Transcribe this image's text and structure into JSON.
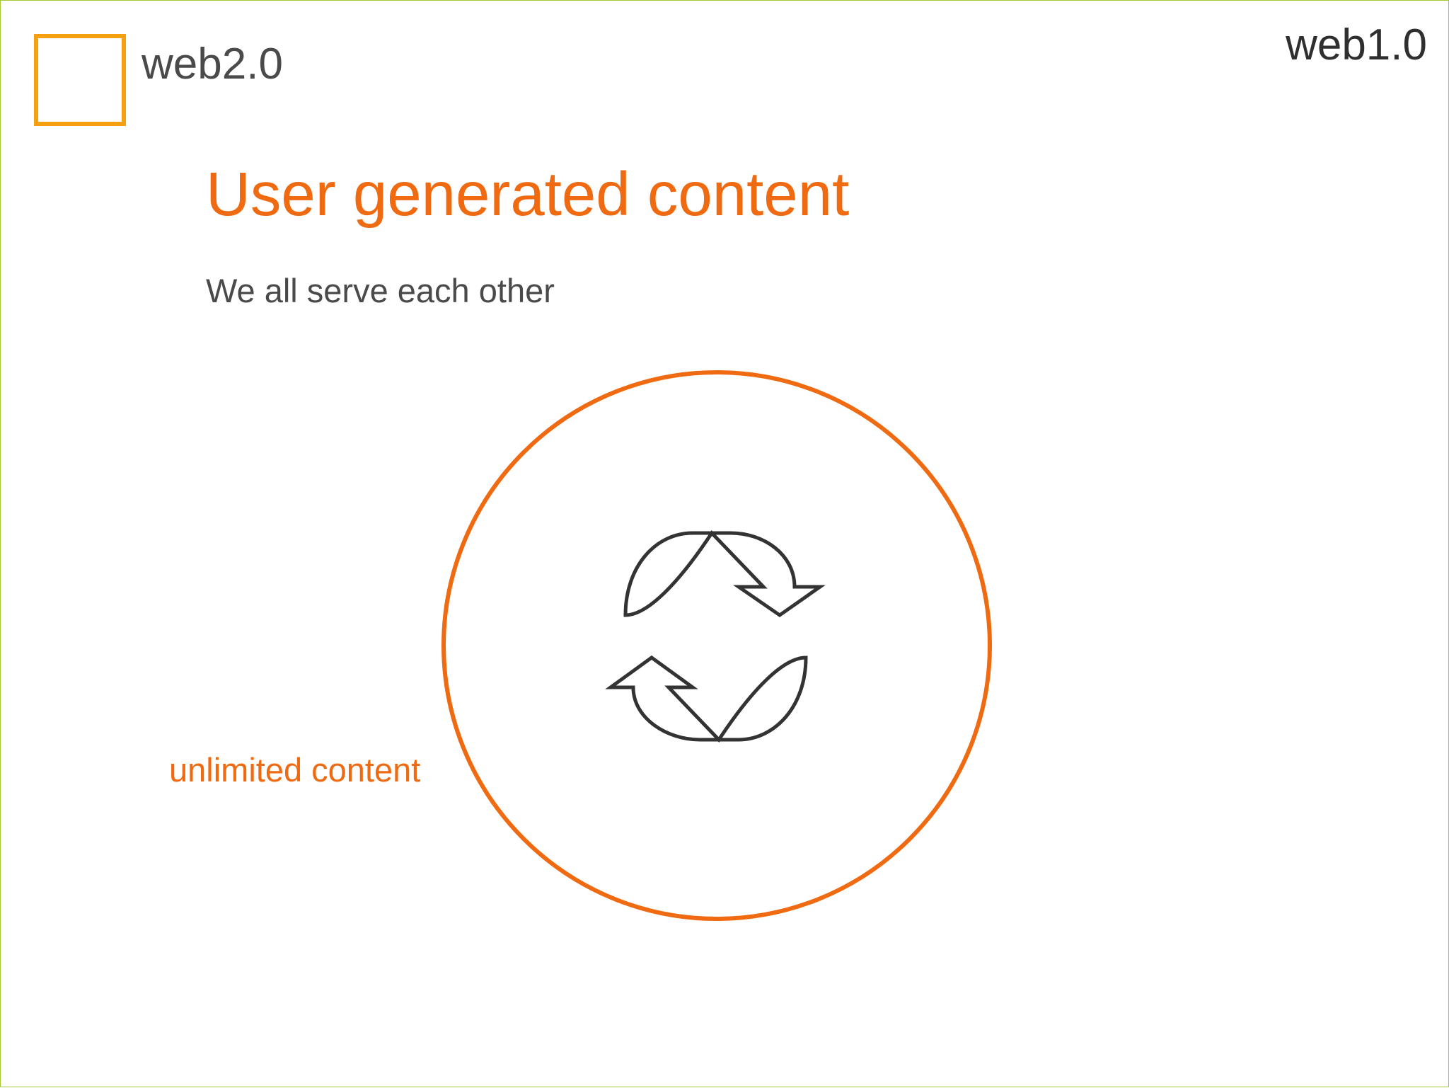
{
  "logo": {
    "label": "web2.0",
    "accent_color": "#f5a00f"
  },
  "corner_label": "web1.0",
  "title": "User generated content",
  "subtitle": "We all serve each other",
  "diagram": {
    "circle_color": "#ef6a11",
    "icon": "cycle-arrows-icon",
    "label": "unlimited content"
  },
  "colors": {
    "accent": "#ef6a11",
    "frame_border": "#a6c832",
    "text": "#4a4a4a",
    "icon_stroke": "#333333"
  }
}
